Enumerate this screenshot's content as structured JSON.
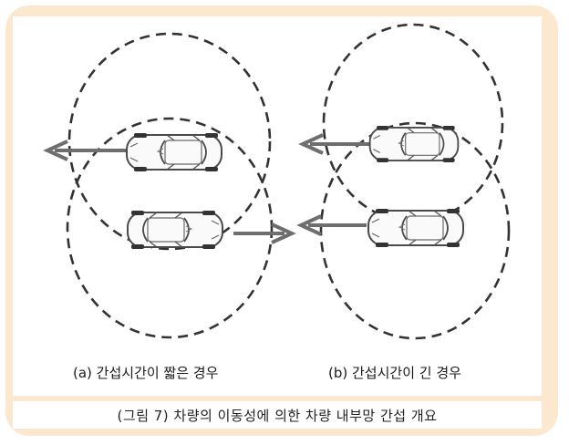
{
  "figure": {
    "caption": "(그림 7) 차량의 이동성에 의한 차량 내부망 간섭 개요",
    "panel_a_label": "(a) 간섭시간이 짧은 경우",
    "panel_b_label": "(b) 간섭시간이 긴 경우"
  },
  "colors": {
    "frame": "#fce8cf",
    "range_line": "#333333",
    "arrow": "#6e6e6e",
    "car_outline": "#4a4a4a"
  },
  "icons": [
    "car-icon",
    "arrow-left-icon",
    "arrow-right-icon"
  ]
}
